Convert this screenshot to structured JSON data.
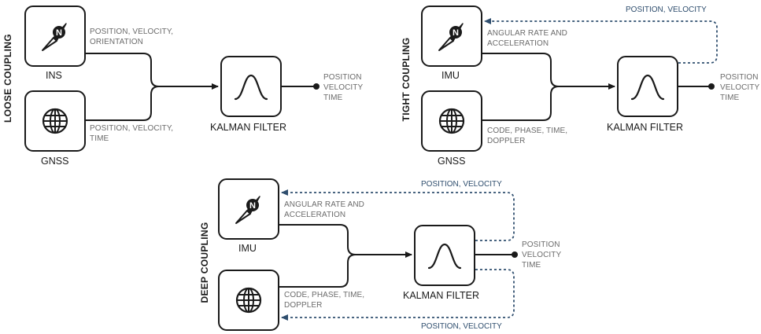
{
  "loose": {
    "title": "LOOSE COUPLING",
    "ins_name": "INS",
    "gnss_name": "GNSS",
    "filter_name": "KALMAN FILTER",
    "ins_out_line1": "POSITION, VELOCITY,",
    "ins_out_line2": "ORIENTATION",
    "gnss_out_line1": "POSITION, VELOCITY,",
    "gnss_out_line2": "TIME",
    "out_line1": "POSITION",
    "out_line2": "VELOCITY",
    "out_line3": "TIME"
  },
  "tight": {
    "title": "TIGHT COUPLING",
    "imu_name": "IMU",
    "gnss_name": "GNSS",
    "filter_name": "KALMAN FILTER",
    "imu_out_line1": "ANGULAR RATE AND",
    "imu_out_line2": "ACCELERATION",
    "gnss_out_line1": "CODE, PHASE, TIME,",
    "gnss_out_line2": "DOPPLER",
    "out_line1": "POSITION",
    "out_line2": "VELOCITY",
    "out_line3": "TIME",
    "feedback_label": "POSITION, VELOCITY"
  },
  "deep": {
    "title": "DEEP COUPLING",
    "imu_name": "IMU",
    "filter_name": "KALMAN FILTER",
    "imu_out_line1": "ANGULAR RATE AND",
    "imu_out_line2": "ACCELERATION",
    "gnss_out_line1": "CODE, PHASE, TIME,",
    "gnss_out_line2": "DOPPLER",
    "out_line1": "POSITION",
    "out_line2": "VELOCITY",
    "out_line3": "TIME",
    "feedback_top_label": "POSITION, VELOCITY",
    "feedback_bottom_label": "POSITION, VELOCITY"
  },
  "icons": {
    "compass": "compass-icon",
    "globe": "globe-icon",
    "bell_curve": "bell-curve-icon",
    "compass_letter": "N"
  },
  "colors": {
    "stroke": "#1a1a1a",
    "feedback": "#2f4e6e",
    "label": "#6b6b6b"
  }
}
